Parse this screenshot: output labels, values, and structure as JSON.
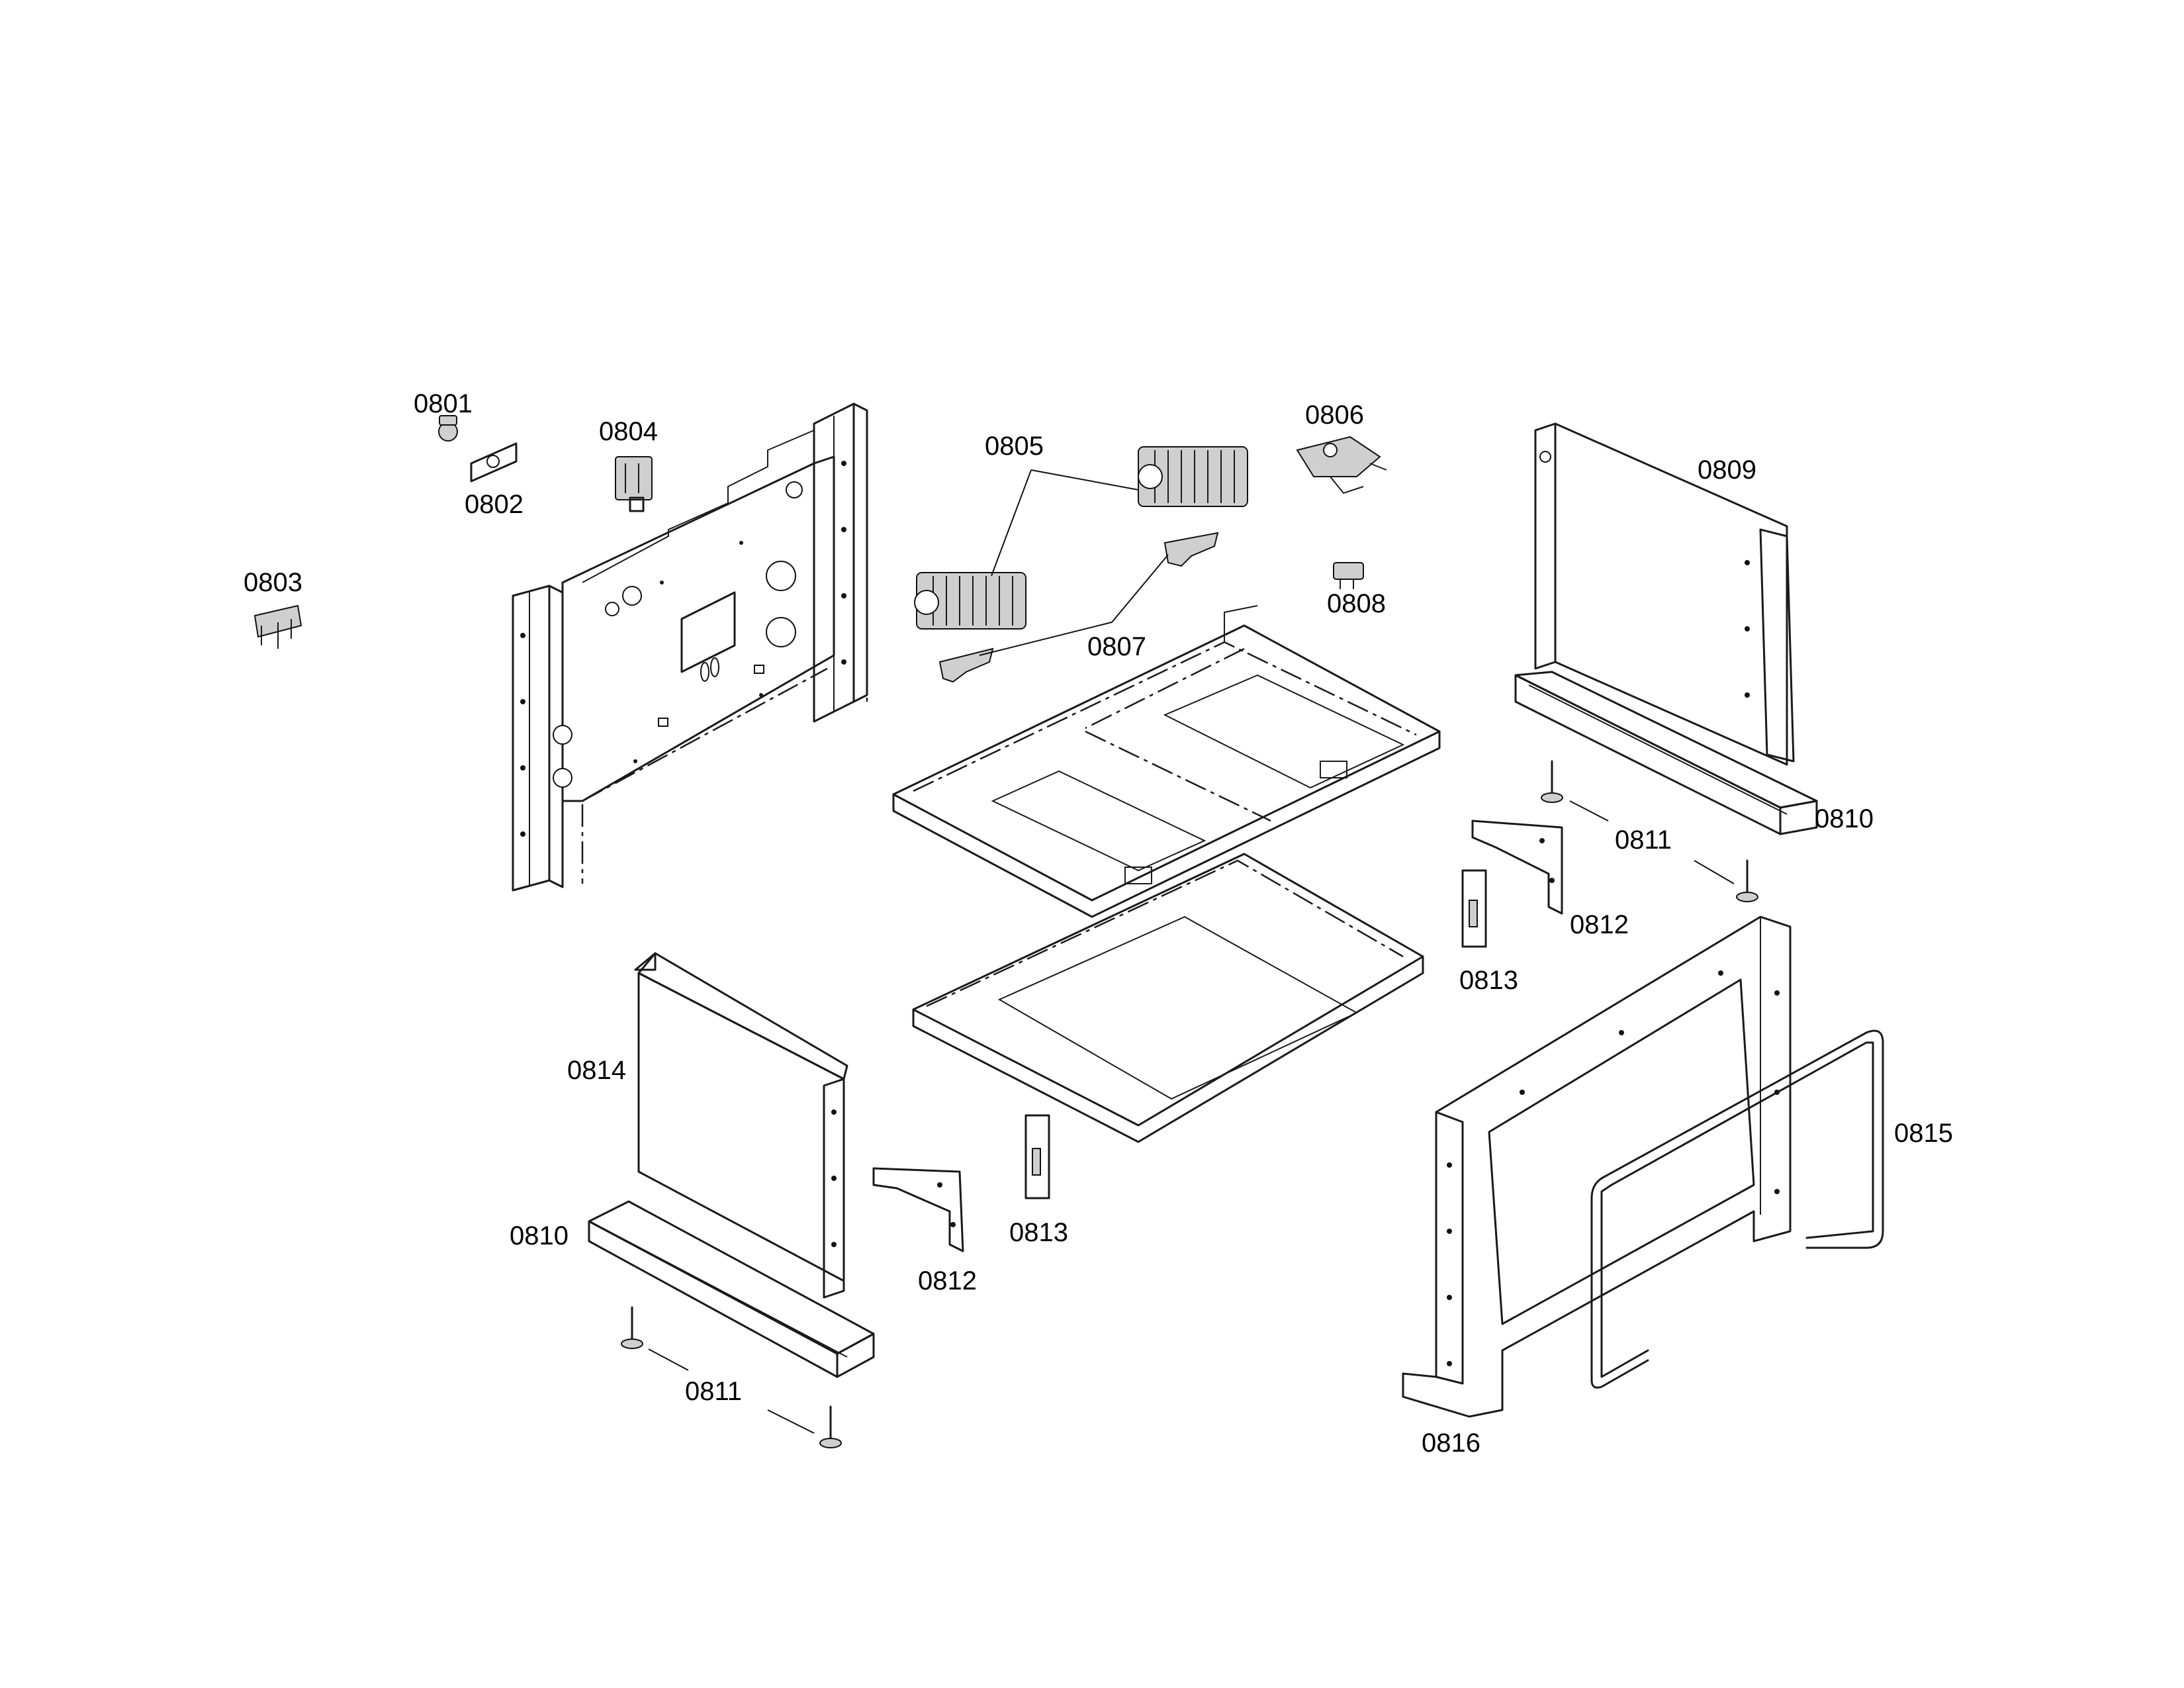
{
  "diagram": {
    "labels": {
      "p0801": "0801",
      "p0802": "0802",
      "p0803": "0803",
      "p0804": "0804",
      "p0805": "0805",
      "p0806": "0806",
      "p0807": "0807",
      "p0808": "0808",
      "p0809": "0809",
      "p0810_right": "0810",
      "p0811_right": "0811",
      "p0812_right": "0812",
      "p0813_right": "0813",
      "p0814": "0814",
      "p0810_left": "0810",
      "p0811_left": "0811",
      "p0812_left": "0812",
      "p0813_left": "0813",
      "p0815": "0815",
      "p0816": "0816"
    }
  }
}
